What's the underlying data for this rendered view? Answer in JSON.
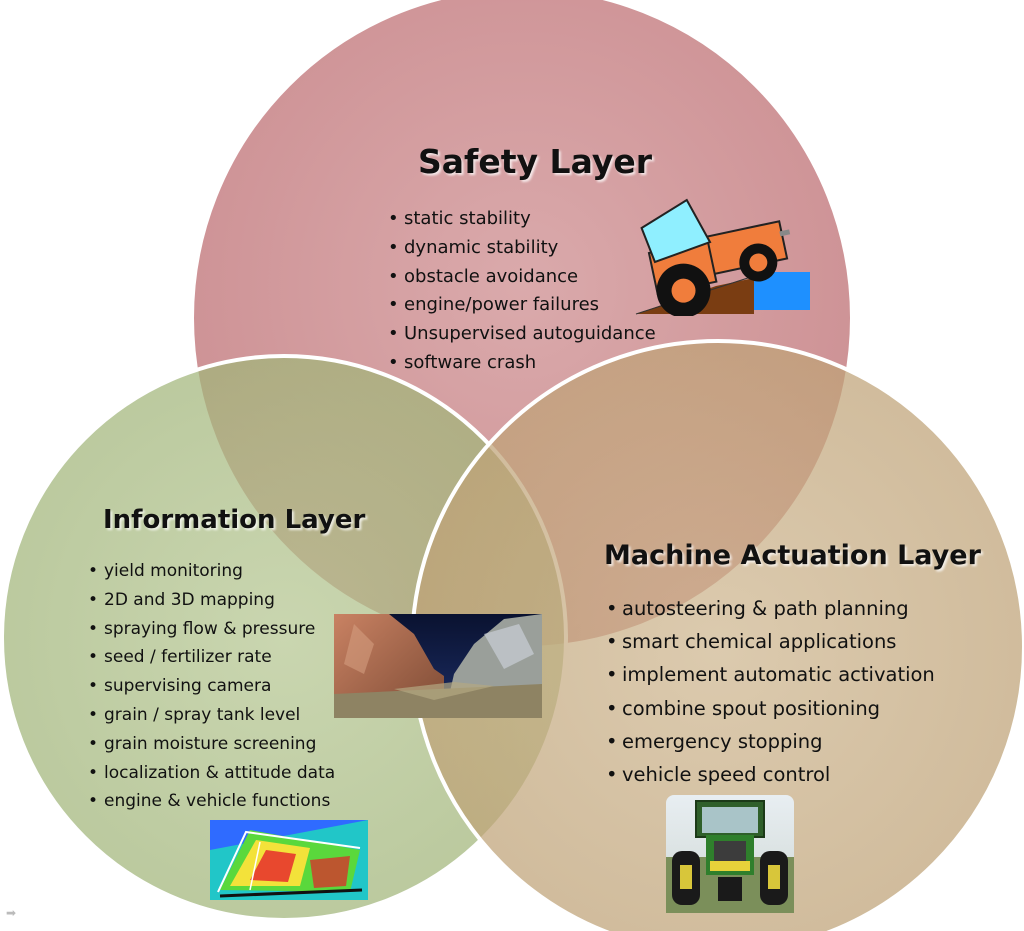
{
  "colors": {
    "safety": "#c98a8d",
    "information": "#a9bb84",
    "machine": "#c7ad82",
    "circle_edge": "#ffffff"
  },
  "safety": {
    "title": "Safety Layer",
    "items": [
      "static stability",
      "dynamic stability",
      "obstacle avoidance",
      "engine/power failures",
      "Unsupervised autoguidance",
      "software crash"
    ]
  },
  "information": {
    "title": "Information Layer",
    "items": [
      "yield monitoring",
      "2D and 3D mapping",
      "spraying flow & pressure",
      "seed / fertilizer rate",
      "supervising camera",
      "grain / spray tank level",
      "grain moisture screening",
      "localization & attitude data",
      "engine & vehicle functions"
    ]
  },
  "machine": {
    "title": "Machine Actuation Layer",
    "items": [
      "autosteering & path planning",
      "smart chemical applications",
      "implement automatic activation",
      "combine spout positioning",
      "emergency stopping",
      "vehicle speed control"
    ]
  },
  "icons": {
    "tractor_slope": "tractor-on-slope-icon",
    "terrain": "terrain-3d-photo",
    "field_map": "yield-field-map",
    "tractor_photo": "tractor-photo",
    "corner": "arrow-icon"
  }
}
